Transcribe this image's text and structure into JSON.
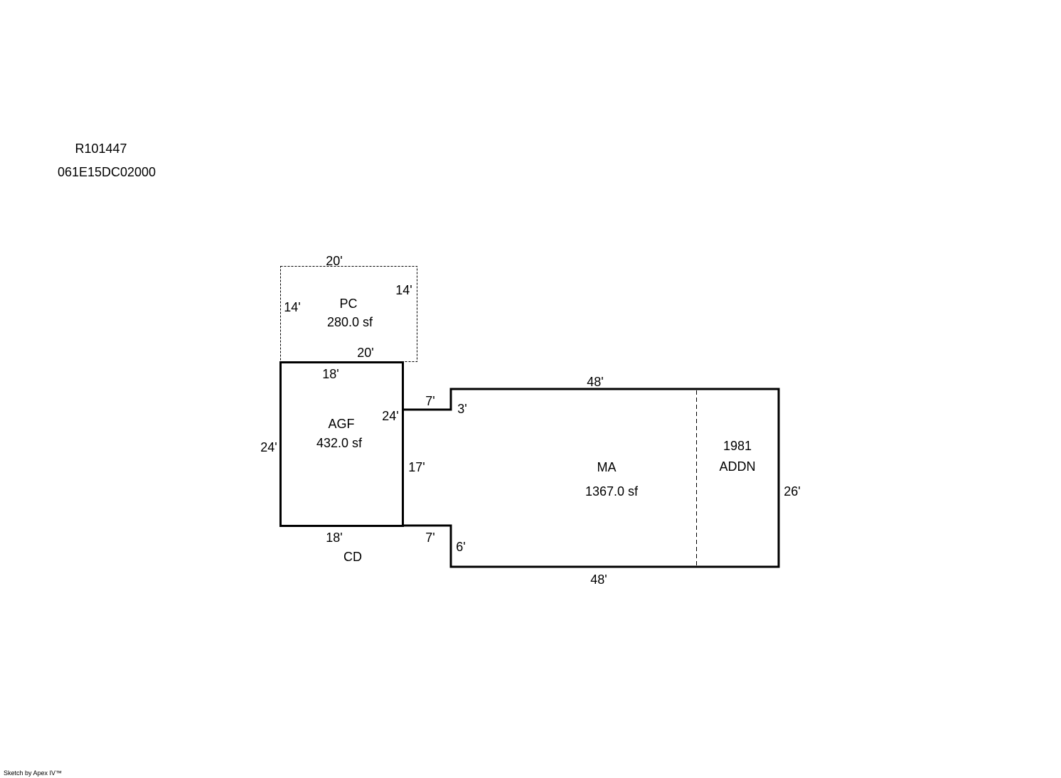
{
  "header": {
    "account": "R101447",
    "map_number": "061E15DC02000"
  },
  "areas": {
    "pc": {
      "name": "PC",
      "area": "280.0 sf"
    },
    "agf": {
      "name": "AGF",
      "area": "432.0 sf"
    },
    "ma": {
      "name": "MA",
      "area": "1367.0 sf"
    },
    "addn": {
      "year": "1981",
      "name": "ADDN"
    },
    "cd": {
      "name": "CD"
    }
  },
  "dimensions": {
    "pc_top": "20'",
    "pc_left": "14'",
    "pc_right": "14'",
    "pc_bottom": "20'",
    "agf_top": "18'",
    "agf_left": "24'",
    "agf_right": "24'",
    "agf_bottom": "18'",
    "connector_top": "7'",
    "connector_right": "17'",
    "connector_bottom": "7'",
    "ma_step_top": "3'",
    "ma_step_bottom": "6'",
    "ma_top": "48'",
    "ma_right": "26'",
    "ma_bottom": "48'"
  },
  "footer": {
    "credit": "Sketch by Apex IV™"
  }
}
